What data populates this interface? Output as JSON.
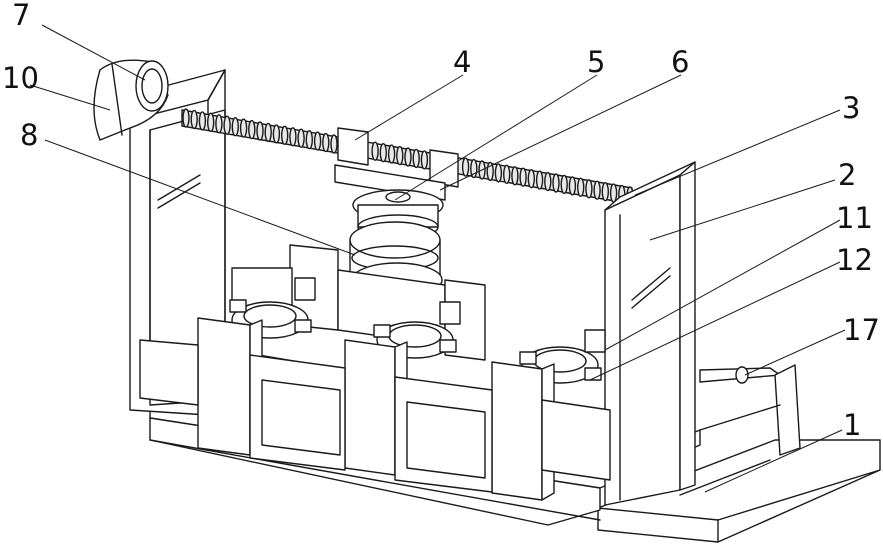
{
  "figure": {
    "labels": [
      {
        "id": "7",
        "text": "7"
      },
      {
        "id": "10",
        "text": "10"
      },
      {
        "id": "8",
        "text": "8"
      },
      {
        "id": "4",
        "text": "4"
      },
      {
        "id": "5",
        "text": "5"
      },
      {
        "id": "6",
        "text": "6"
      },
      {
        "id": "3",
        "text": "3"
      },
      {
        "id": "2",
        "text": "2"
      },
      {
        "id": "11",
        "text": "11"
      },
      {
        "id": "12",
        "text": "12"
      },
      {
        "id": "17",
        "text": "17"
      },
      {
        "id": "1",
        "text": "1"
      }
    ]
  }
}
